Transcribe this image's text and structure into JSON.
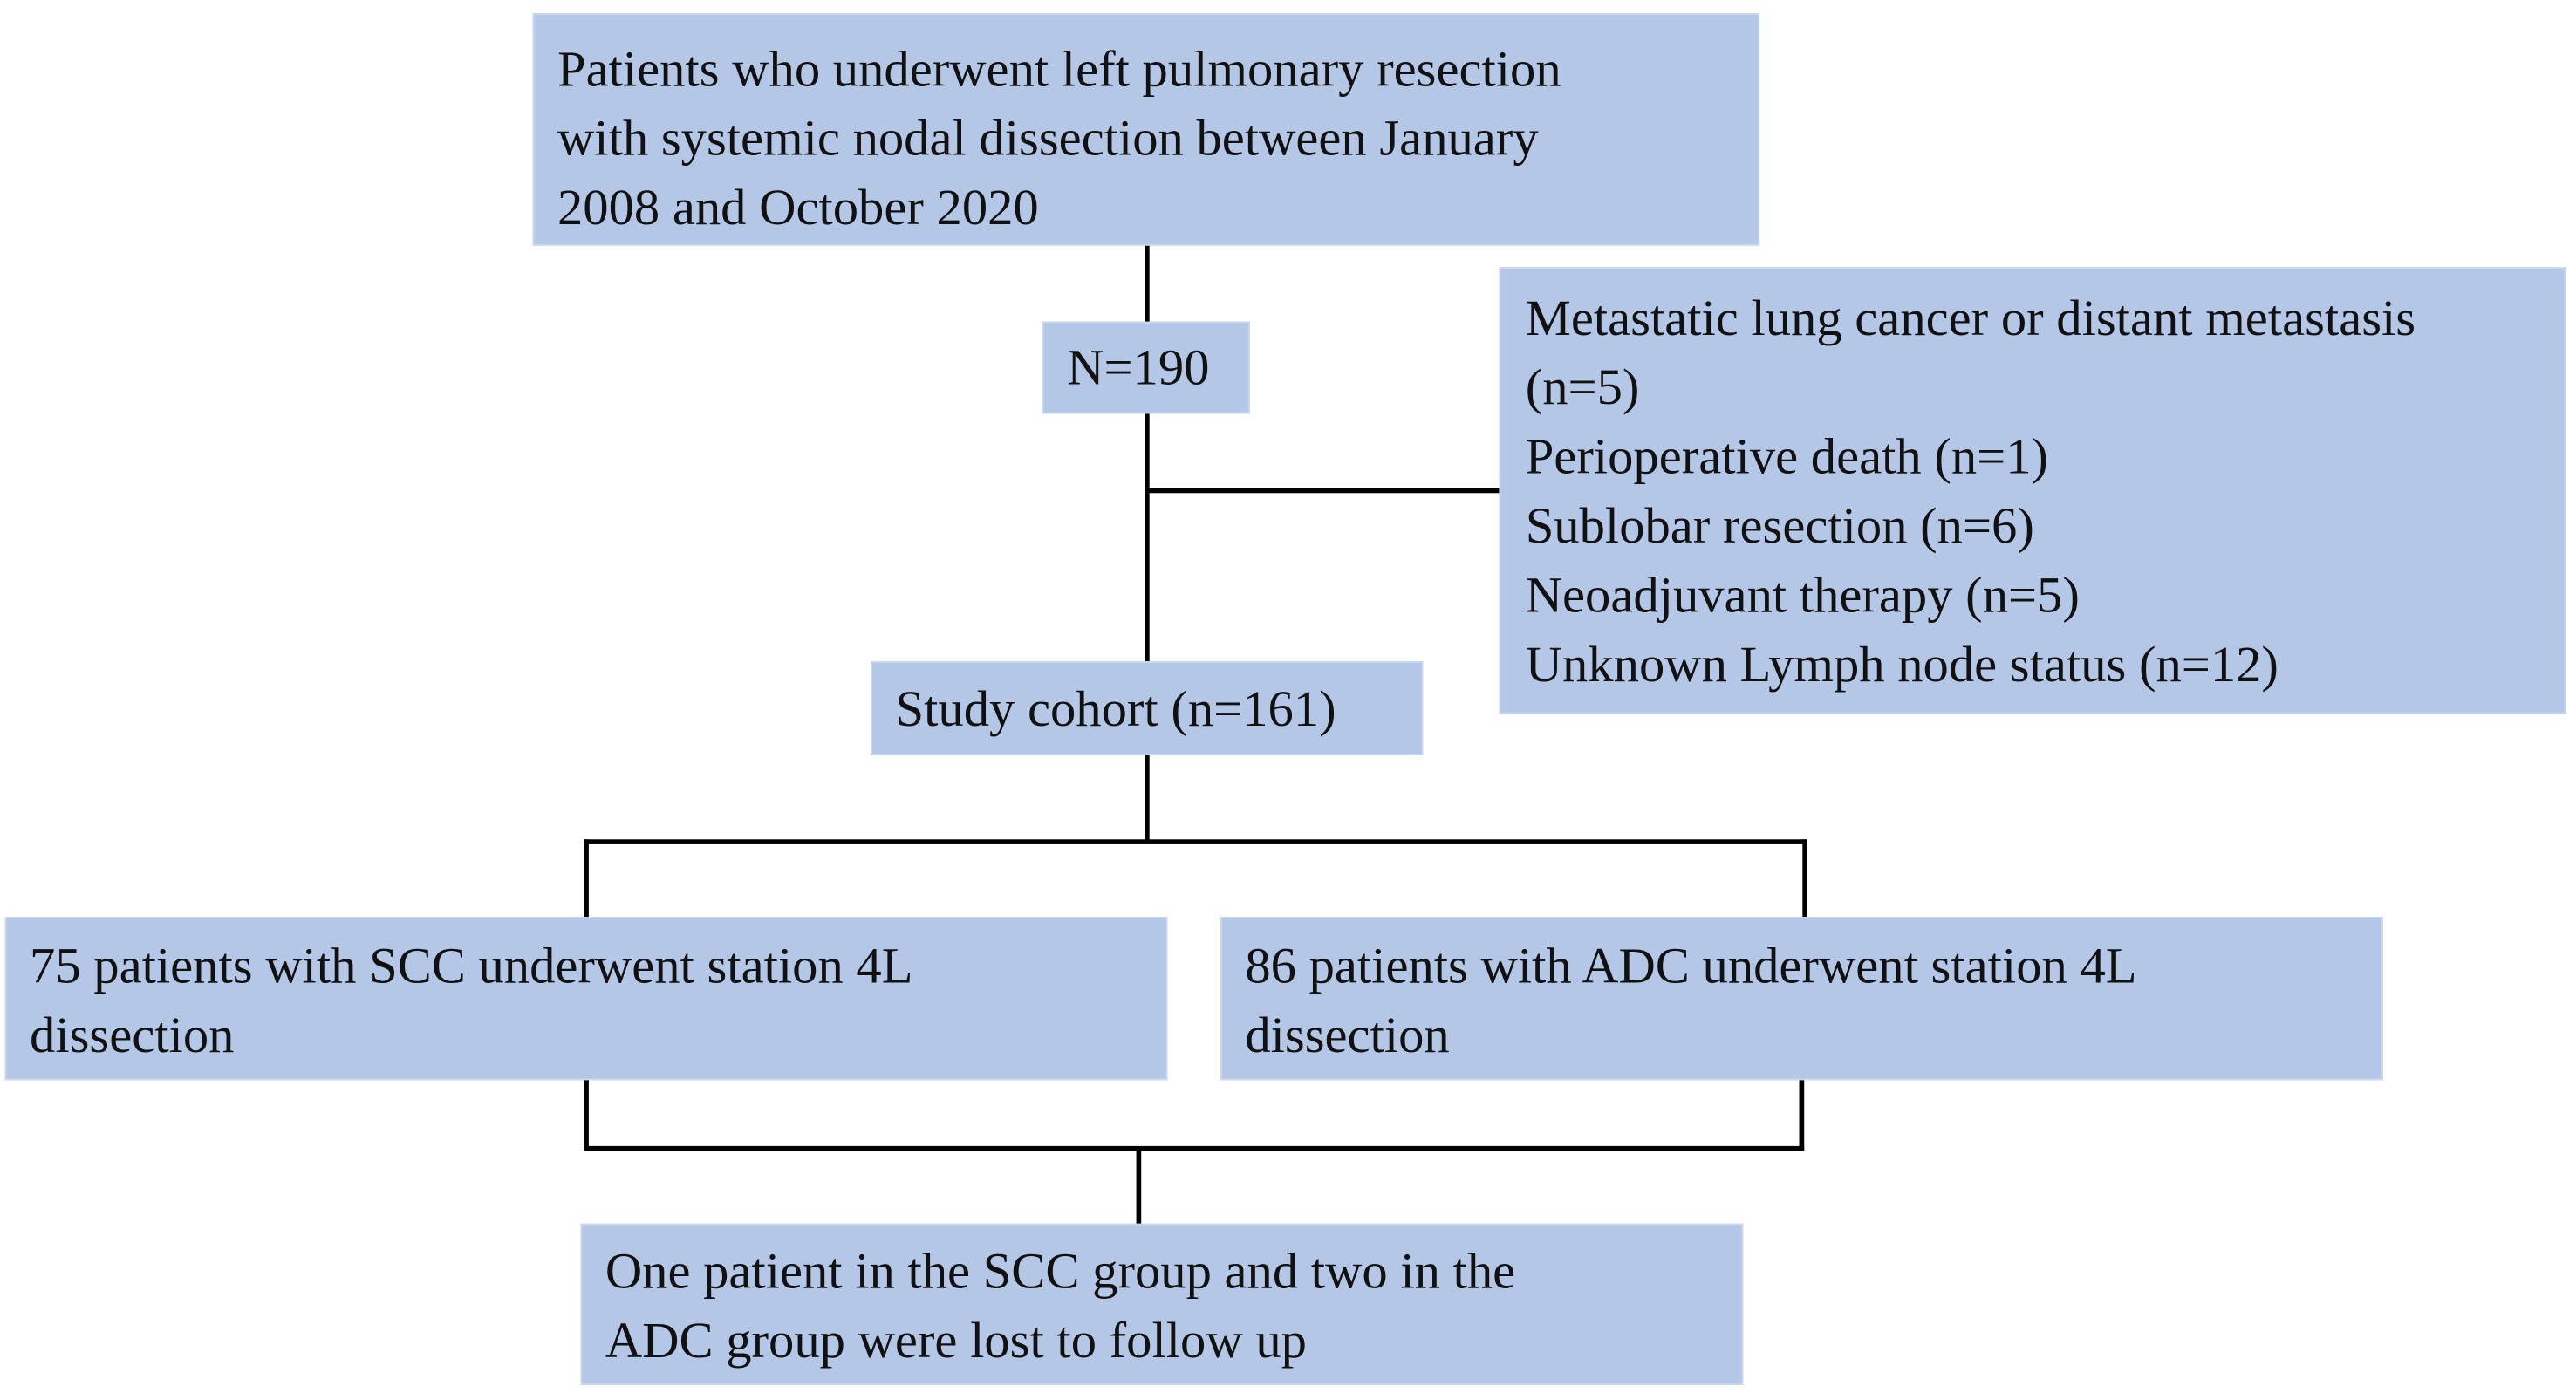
{
  "flowchart": {
    "top_box": {
      "lines": [
        "Patients who underwent left pulmonary resection",
        "with systemic nodal dissection between January",
        "2008 and October 2020"
      ]
    },
    "count_box": {
      "label": "N=190"
    },
    "exclusion_box": {
      "lines": [
        "Metastatic lung cancer or distant metastasis",
        "(n=5)",
        "Perioperative death (n=1)",
        "Sublobar resection (n=6)",
        "Neoadjuvant therapy (n=5)",
        "Unknown Lymph node status (n=12)"
      ]
    },
    "cohort_box": {
      "label": "Study cohort (n=161)"
    },
    "scc_box": {
      "lines": [
        "75 patients with SCC underwent station 4L",
        "dissection"
      ]
    },
    "adc_box": {
      "lines": [
        "86 patients with ADC underwent station 4L",
        "dissection"
      ]
    },
    "followup_box": {
      "lines": [
        "One patient in the SCC group and two in the",
        "ADC group were lost to follow up"
      ]
    }
  },
  "colors": {
    "box_fill": "#b4c7e7",
    "connector": "#000000",
    "text": "#111111"
  }
}
